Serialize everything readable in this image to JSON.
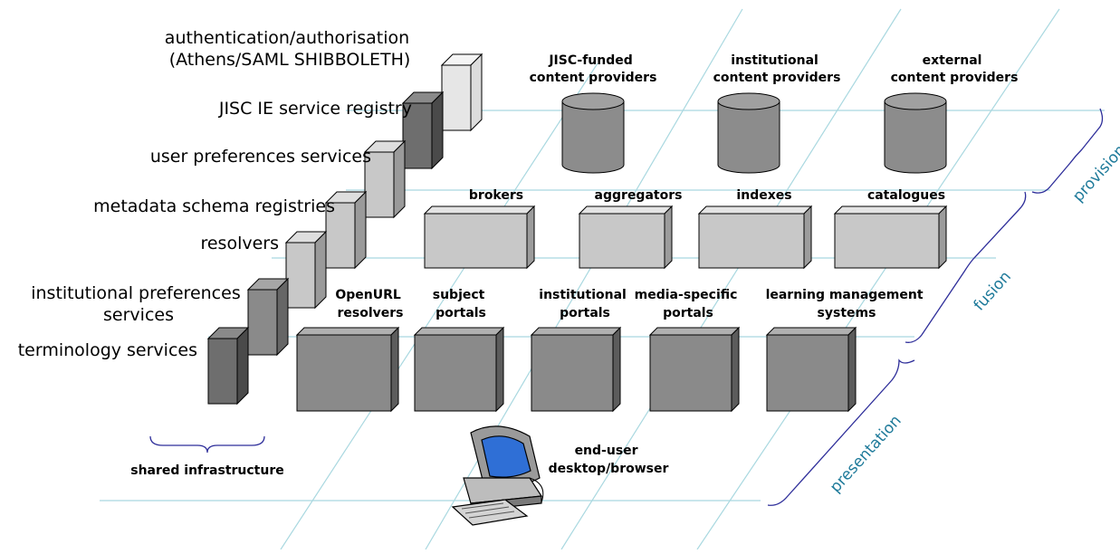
{
  "shared_services": [
    {
      "lines": [
        "authentication/authorisation",
        "(Athens/SAML SHIBBOLETH)"
      ]
    },
    {
      "lines": [
        "JISC IE service registry"
      ]
    },
    {
      "lines": [
        "user preferences services"
      ]
    },
    {
      "lines": [
        "metadata schema registries"
      ]
    },
    {
      "lines": [
        "resolvers"
      ]
    },
    {
      "lines": [
        "institutional preferences",
        "services"
      ]
    },
    {
      "lines": [
        "terminology services"
      ]
    }
  ],
  "shared_infrastructure_label": "shared infrastructure",
  "content_providers": [
    {
      "lines": [
        "JISC-funded",
        "content providers"
      ]
    },
    {
      "lines": [
        "institutional",
        "content providers"
      ]
    },
    {
      "lines": [
        "external",
        "content providers"
      ]
    }
  ],
  "fusion_services": [
    "brokers",
    "aggregators",
    "indexes",
    "catalogues"
  ],
  "presentation_services": [
    {
      "lines": [
        "OpenURL",
        "resolvers"
      ]
    },
    {
      "lines": [
        "subject",
        "portals"
      ]
    },
    {
      "lines": [
        "institutional",
        "portals"
      ]
    },
    {
      "lines": [
        "media-specific",
        "portals"
      ]
    },
    {
      "lines": [
        "learning management",
        "systems"
      ]
    }
  ],
  "end_user": {
    "lines": [
      "end-user",
      "desktop/browser"
    ],
    "icon": "desktop-computer-icon"
  },
  "layers": {
    "provision": "provision",
    "fusion": "fusion",
    "presentation": "presentation"
  },
  "colors": {
    "grid_line": "#a9d8e0",
    "brace": "#2e2e9a",
    "layer_label": "#1e7a9a",
    "provider_cylinder": "#8c8c8c",
    "fusion_box": "#c8c8c8",
    "presentation_box": "#8a8a8a",
    "monitor_screen": "#2f6fd6"
  }
}
